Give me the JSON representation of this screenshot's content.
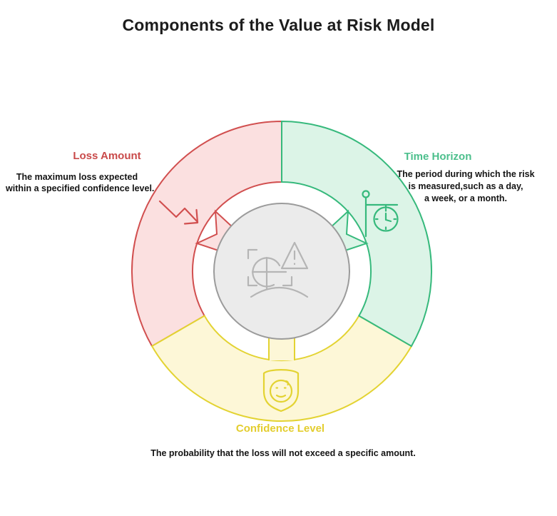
{
  "title": "Components of the Value at Risk Model",
  "diagram": {
    "type": "circular-component-diagram",
    "center_icon": "risk-assessment-icon",
    "colors": {
      "loss_fill": "#fbe0e0",
      "loss_stroke": "#d14f4f",
      "loss_label": "#c94a4a",
      "time_fill": "#dcf4e7",
      "time_stroke": "#36b97c",
      "time_label": "#4cbf8c",
      "confidence_fill": "#fdf7d7",
      "confidence_stroke": "#e3d332",
      "confidence_label": "#e3cd2d",
      "center_fill": "#ebebeb",
      "center_stroke": "#9b9b9b",
      "center_icon_stroke": "#b5b5b5"
    },
    "segments": [
      {
        "id": "loss-amount",
        "label": "Loss Amount",
        "icon": "declining-trend-arrow-icon",
        "desc": [
          "The maximum loss expected",
          "within a specified confidence level."
        ]
      },
      {
        "id": "time-horizon",
        "label": "Time Horizon",
        "icon": "hanging-clock-icon",
        "desc": [
          "The period during which the risk",
          "is measured,such as a day,",
          "a week, or a month."
        ]
      },
      {
        "id": "confidence-level",
        "label": "Confidence Level",
        "icon": "shield-smiley-icon",
        "desc": [
          "The probability that the loss will not exceed a specific amount."
        ]
      }
    ]
  }
}
